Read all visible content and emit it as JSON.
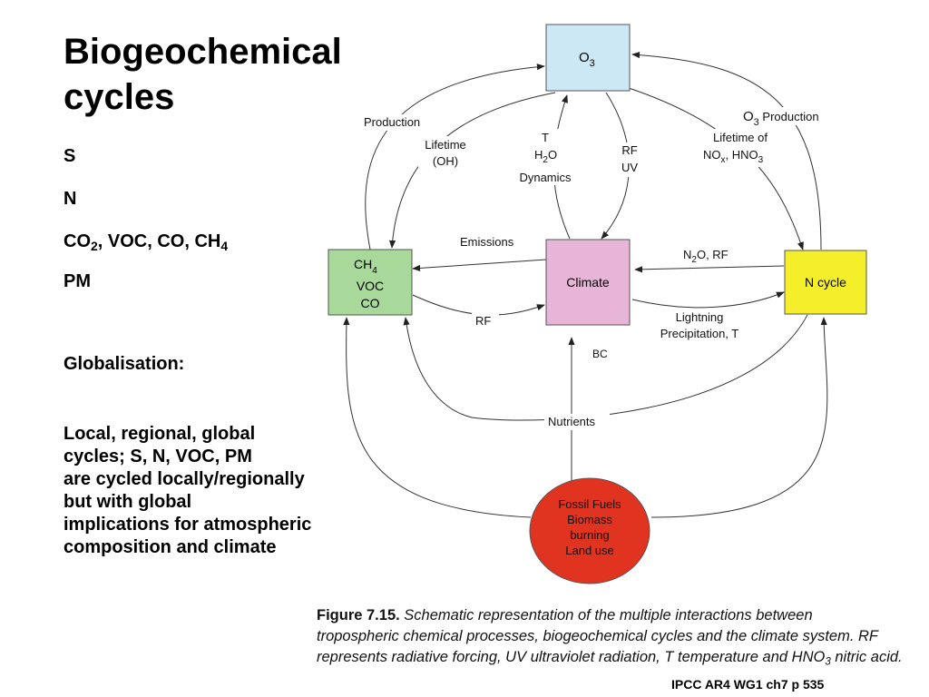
{
  "slide": {
    "title_line1": "Biogeochemical",
    "title_line2": "cycles",
    "bullets": {
      "s": "S",
      "n": "N",
      "co2": "CO",
      "co2_sub": "2",
      "voc_co_ch": ", VOC, CO, CH",
      "ch4_sub": "4",
      "pm": "PM"
    },
    "globalisation": "Globalisation:",
    "paragraph": [
      "Local, regional, global",
      "cycles; S, N, VOC, PM",
      "are cycled locally/regionally",
      "but with global",
      "implications for atmospheric",
      "composition and climate"
    ]
  },
  "diagram": {
    "colors": {
      "o3_box": "#cde8f5",
      "ch4_box": "#a8d89a",
      "climate_box": "#e6b5d8",
      "ncycle_box": "#f5ee2a",
      "fossil_circle": "#e03320"
    },
    "nodes": {
      "o3": {
        "main": "O",
        "sub": "3"
      },
      "ch4": {
        "line1_main": "CH",
        "line1_sub": "4",
        "line2": "VOC",
        "line3": "CO"
      },
      "climate": {
        "label": "Climate"
      },
      "ncycle": {
        "label": "N cycle"
      },
      "fossil": {
        "line1": "Fossil Fuels",
        "line2": "Biomass",
        "line3": "burning",
        "line4": "Land use"
      }
    },
    "edge_labels": {
      "production": "Production",
      "lifetime_oh_1": "Lifetime",
      "lifetime_oh_2": "(OH)",
      "t": "T",
      "h2o_main": "H",
      "h2o_sub": "2",
      "h2o_end": "O",
      "dynamics": "Dynamics",
      "rf": "RF",
      "uv": "UV",
      "o3_production_main": "O",
      "o3_production_sub": "3",
      "o3_production_end": " Production",
      "lifetime_of": "Lifetime of",
      "nox_main": "NO",
      "nox_sub": "x",
      "nox_mid": ", HNO",
      "nox_sub2": "3",
      "emissions": "Emissions",
      "n2o_main": "N",
      "n2o_sub": "2",
      "n2o_end": "O, RF",
      "rf_lower": "RF",
      "lightning_1": "Lightning",
      "lightning_2": "Precipitation, T",
      "bc": "BC",
      "nutrients": "Nutrients"
    }
  },
  "caption": {
    "fig_label": "Figure 7.15.",
    "line1": " Schematic representation of the multiple interactions between",
    "line2": "tropospheric chemical processes, biogeochemical cycles and the climate system. RF",
    "line3": "represents radiative forcing, UV ultraviolet radiation, T temperature and HNO",
    "line3_sub": "3",
    "line3_end": " nitric acid."
  },
  "credit": "IPCC AR4 WG1 ch7 p 535"
}
